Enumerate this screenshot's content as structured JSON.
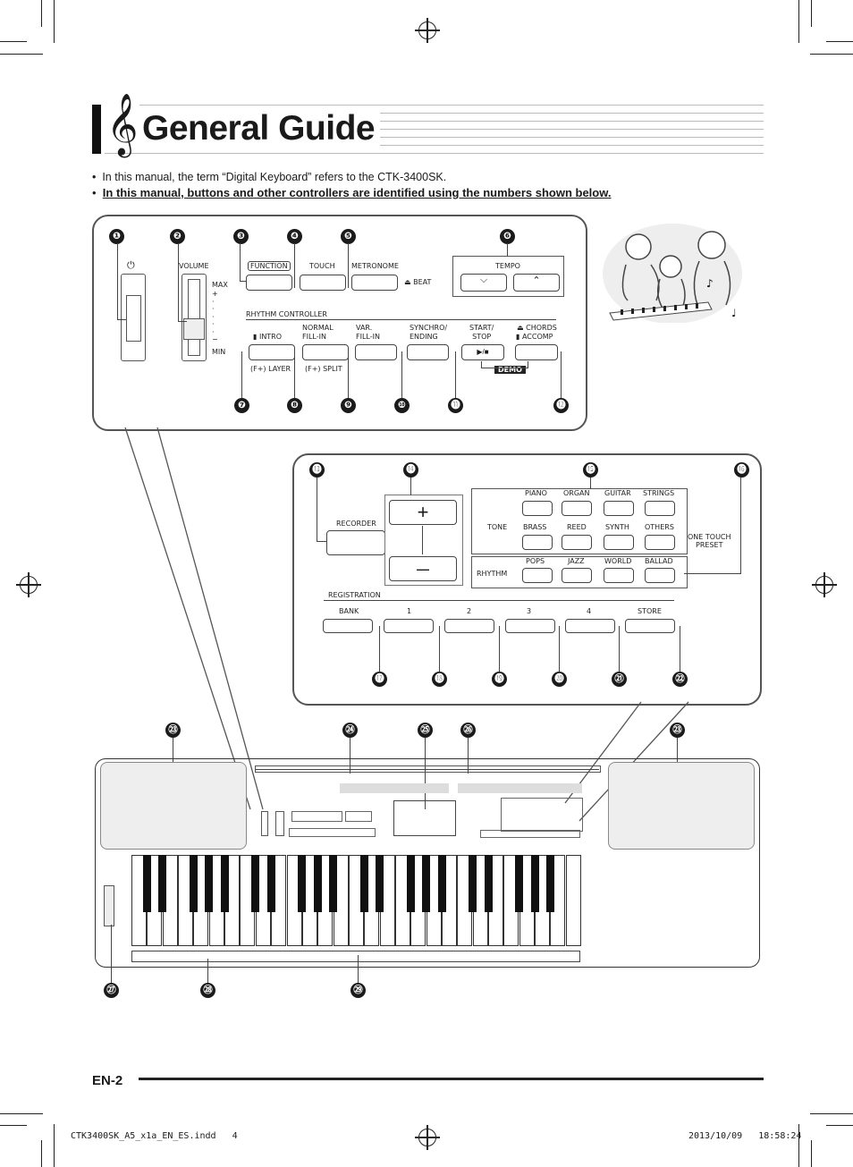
{
  "page": {
    "title": "General Guide",
    "bullets": [
      "In this manual, the term “Digital Keyboard” refers to the CTK-3400SK.",
      "In this manual, buttons and other controllers are identified using the numbers shown below."
    ],
    "page_number": "EN-2",
    "footer_file": "CTK3400SK_A5_x1a_EN_ES.indd   4",
    "footer_date": "2013/10/09   18:58:24"
  },
  "panel1": {
    "volume": "VOLUME",
    "max": "MAX",
    "min": "MIN",
    "function": "FUNCTION",
    "touch": "TOUCH",
    "metronome": "METRONOME",
    "beat": "BEAT",
    "tempo": "TEMPO",
    "rhythm_controller": "RHYTHM CONTROLLER",
    "intro": "INTRO",
    "normal_fill": "NORMAL\nFILL-IN",
    "var_fill": "VAR.\nFILL-IN",
    "synchro": "SYNCHRO/\nENDING",
    "start_stop": "START/\nSTOP",
    "accomp": "ACCOMP",
    "chords": "CHORDS",
    "layer": "(F+) LAYER",
    "split": "(F+) SPLIT",
    "demo": "DEMO",
    "play_stop_symbol": "▶/■"
  },
  "panel2": {
    "recorder": "RECORDER",
    "plus": "+",
    "minus": "—",
    "tone": "TONE",
    "rhythm": "RHYTHM",
    "tones_row1": [
      "PIANO",
      "ORGAN",
      "GUITAR",
      "STRINGS"
    ],
    "tones_row2": [
      "BRASS",
      "REED",
      "SYNTH",
      "OTHERS"
    ],
    "rhythms": [
      "POPS",
      "JAZZ",
      "WORLD",
      "BALLAD"
    ],
    "one_touch": "ONE TOUCH\nPRESET",
    "registration": "REGISTRATION",
    "reg_buttons": [
      "BANK",
      "1",
      "2",
      "3",
      "4",
      "STORE"
    ]
  },
  "callouts": {
    "panel1_top": [
      "❶",
      "❷",
      "❸",
      "❹",
      "❺",
      "❻"
    ],
    "panel1_bottom": [
      "❼",
      "❽",
      "❾",
      "❿",
      "⓫",
      "⓬"
    ],
    "panel2_top": [
      "⓭",
      "⓮",
      "⓯",
      "⓰"
    ],
    "panel2_bottom": [
      "⓱",
      "⓲",
      "⓳",
      "⓴",
      "㉑",
      "㉒"
    ],
    "keyboard_top": [
      "㉓",
      "㉔",
      "㉕",
      "㉖",
      "㉓"
    ],
    "keyboard_bottom": [
      "㉗",
      "㉘",
      "㉙"
    ]
  }
}
